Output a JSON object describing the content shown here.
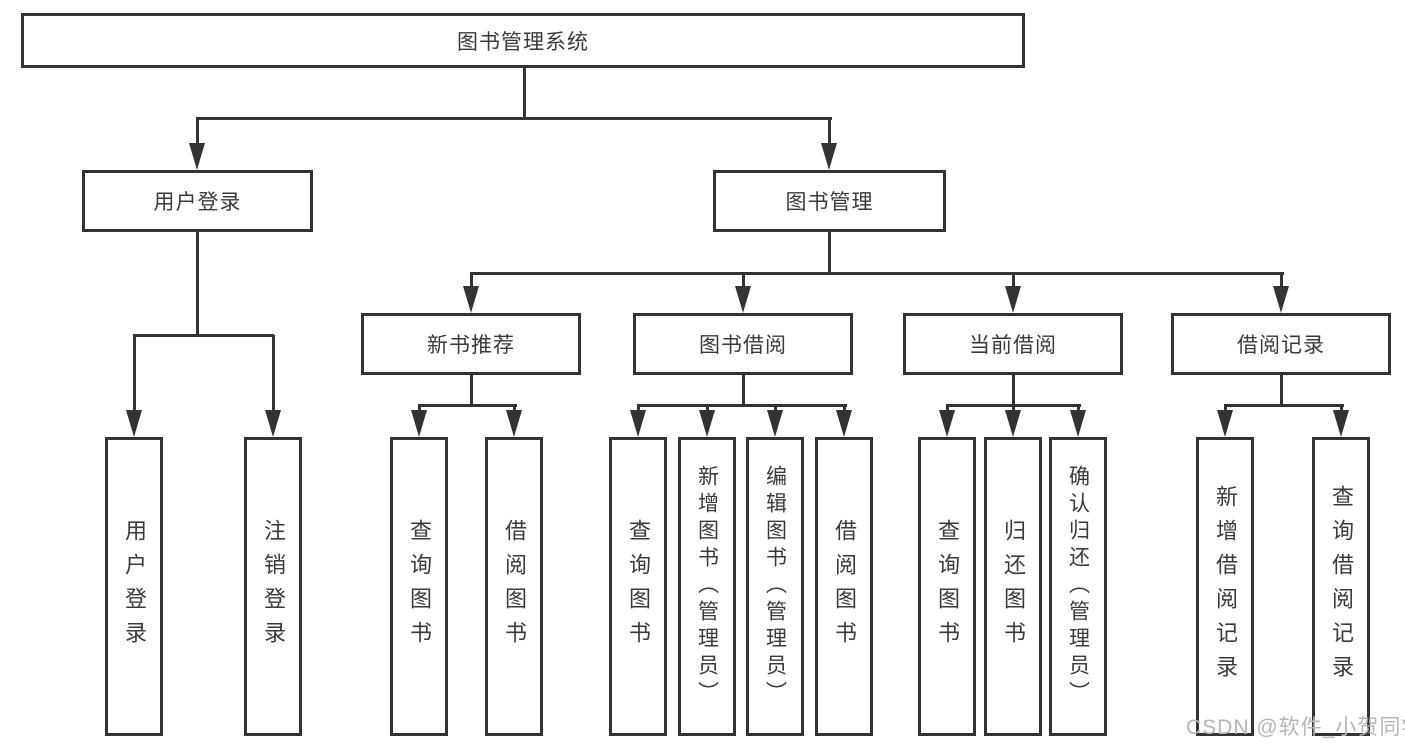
{
  "diagram_type": "hierarchy-tree",
  "colors": {
    "background": "#ffffff",
    "line": "#333333",
    "text": "#3a3a3a",
    "watermark": "#b5b5b5"
  },
  "nodes": {
    "root": "图书管理系统",
    "user_login": "用户登录",
    "book_mgmt": "图书管理",
    "new_book_rec": "新书推荐",
    "book_borrow": "图书借阅",
    "current_borrow": "当前借阅",
    "borrow_records": "借阅记录",
    "leaves": {
      "user": [
        "用户登录",
        "注销登录"
      ],
      "recommend": [
        "查询图书",
        "借阅图书"
      ],
      "borrow": [
        "查询图书",
        "新增图书（管理员）",
        "编辑图书（管理员）",
        "借阅图书"
      ],
      "current": [
        "查询图书",
        "归还图书",
        "确认归还（管理员）"
      ],
      "records": [
        "新增借阅记录",
        "查询借阅记录"
      ]
    }
  },
  "watermark": "CSDN @软件_小贺同学"
}
